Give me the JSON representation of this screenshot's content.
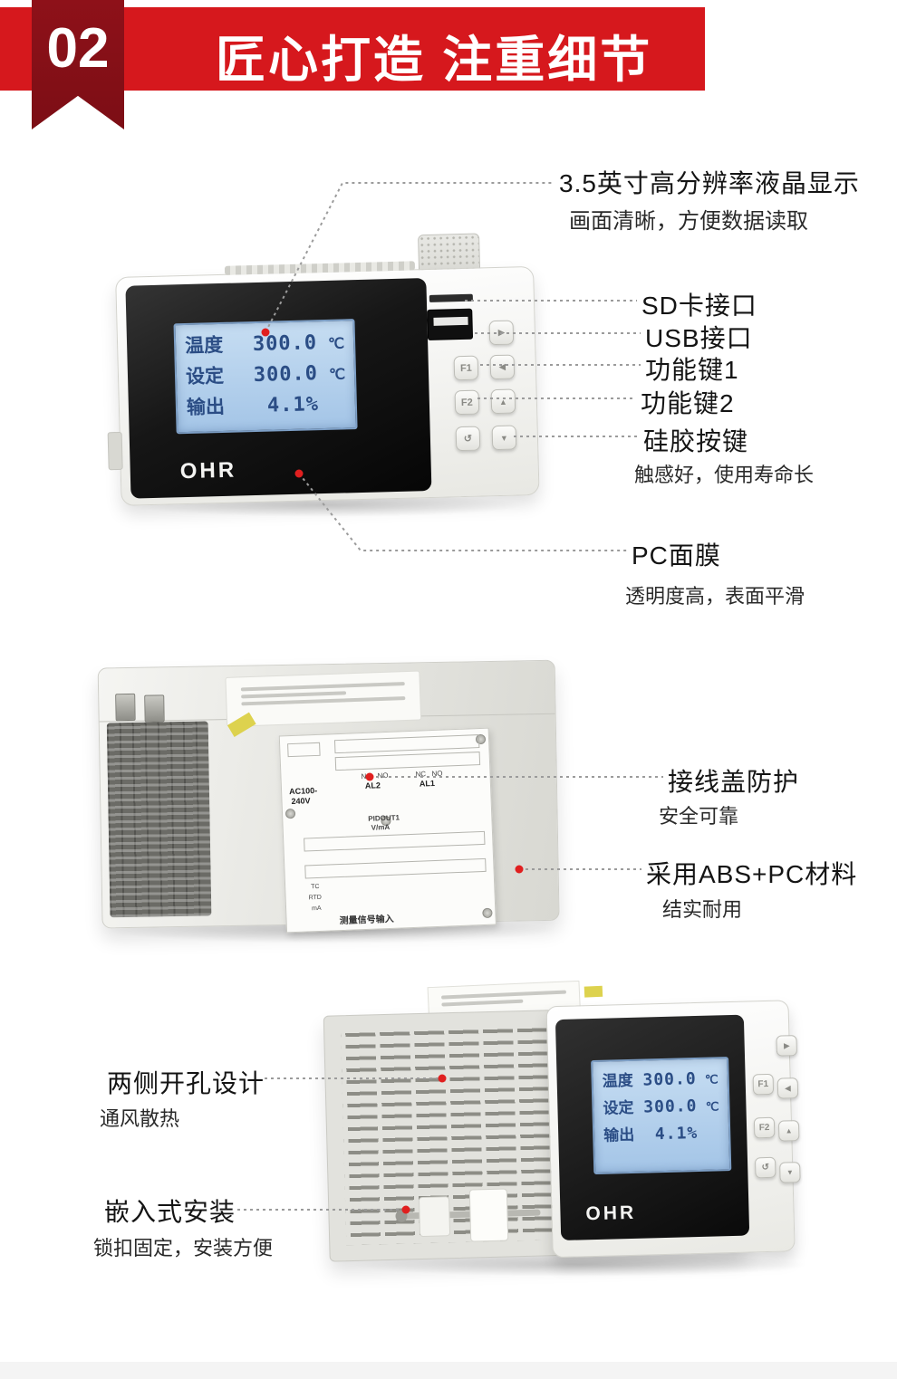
{
  "header": {
    "badge": "02",
    "title": "匠心打造 注重细节"
  },
  "colors": {
    "banner_red": "#d6181d",
    "ribbon_dark_red": "#8e1119",
    "lcd_blue": "#b9d4ef",
    "lcd_text_blue": "#2b4d85",
    "callout_dot_red": "#e01f1f"
  },
  "lcd": {
    "brand": "OHR",
    "rows": [
      {
        "label": "温度",
        "value": "300.0",
        "unit": "℃"
      },
      {
        "label": "设定",
        "value": "300.0",
        "unit": "℃"
      },
      {
        "label": "输出",
        "value": "4.1%",
        "unit": ""
      }
    ]
  },
  "keys": {
    "f1": "F1",
    "f2": "F2",
    "power": "↺",
    "right": "▶",
    "left": "◀",
    "up": "▲",
    "down": "▼"
  },
  "annotations": {
    "display": {
      "title": "3.5英寸高分辨率液晶显示",
      "subtitle": "画面清晰，方便数据读取"
    },
    "sd_card": {
      "title": "SD卡接口"
    },
    "usb": {
      "title": "USB接口"
    },
    "fn_key1": {
      "title": "功能键1"
    },
    "fn_key2": {
      "title": "功能键2"
    },
    "silicone_keys": {
      "title": "硅胶按键",
      "subtitle": "触感好，使用寿命长"
    },
    "pc_film": {
      "title": "PC面膜",
      "subtitle": "透明度高，表面平滑"
    },
    "wiring_cover": {
      "title": "接线盖防护",
      "subtitle": "安全可靠"
    },
    "material": {
      "title": "采用ABS+PC材料",
      "subtitle": "结实耐用"
    },
    "side_vents": {
      "title": "两侧开孔设计",
      "subtitle": "通风散热"
    },
    "flush_mount": {
      "title": "嵌入式安装",
      "subtitle": "锁扣固定，安装方便"
    }
  },
  "rear_panel": {
    "contacts": [
      "NC",
      "NO",
      "NC",
      "NO"
    ],
    "relays": [
      "AL2",
      "AL1"
    ],
    "power_line1": "AC100-",
    "power_line2": "240V",
    "pid_label": "PIDOUT1",
    "pid_unit": "V/mA",
    "input_types": [
      "TC",
      "RTD",
      "mA"
    ],
    "input_label": "测量信号输入"
  }
}
